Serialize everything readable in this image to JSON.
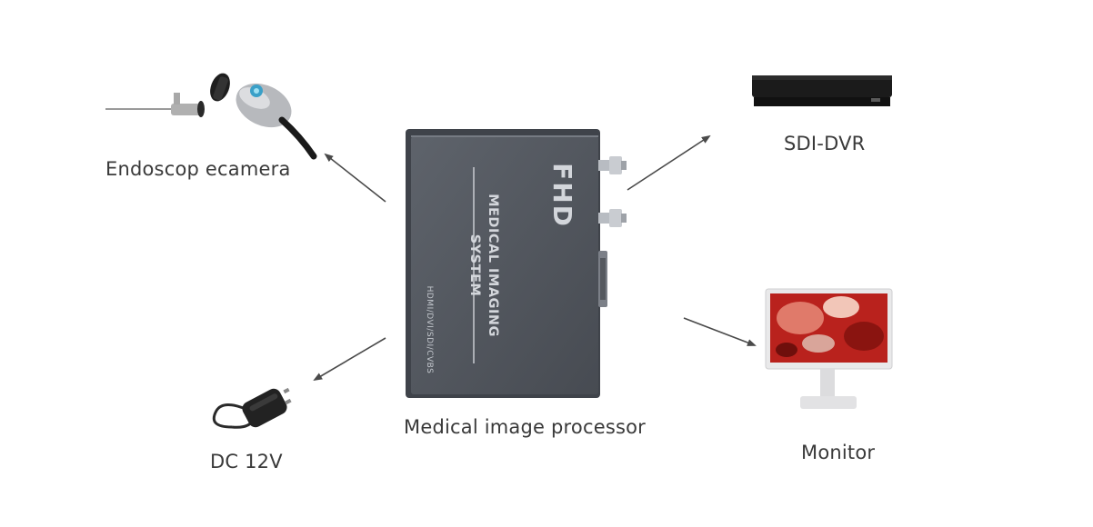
{
  "labels": {
    "endoscope_camera": "Endoscop ecamera",
    "sdi_dvr": "SDI-DVR",
    "processor": "Medical image processor",
    "monitor": "Monitor",
    "power": "DC 12V"
  },
  "processor_device": {
    "brand": "FHD",
    "system_name": "MEDICAL IMAGING SYSTEM",
    "ports_text": "HDMI/DVI/SDI/CVBS"
  },
  "icons": {
    "endoscope": "endoscope-camera-icon",
    "dvr": "dvr-recorder-icon",
    "monitor": "monitor-icon",
    "power": "power-adapter-icon",
    "processor": "image-processor-icon"
  },
  "colors": {
    "arrow": "#4a4a4a",
    "device_body": "#4f545c",
    "text": "#3a3a3a"
  }
}
